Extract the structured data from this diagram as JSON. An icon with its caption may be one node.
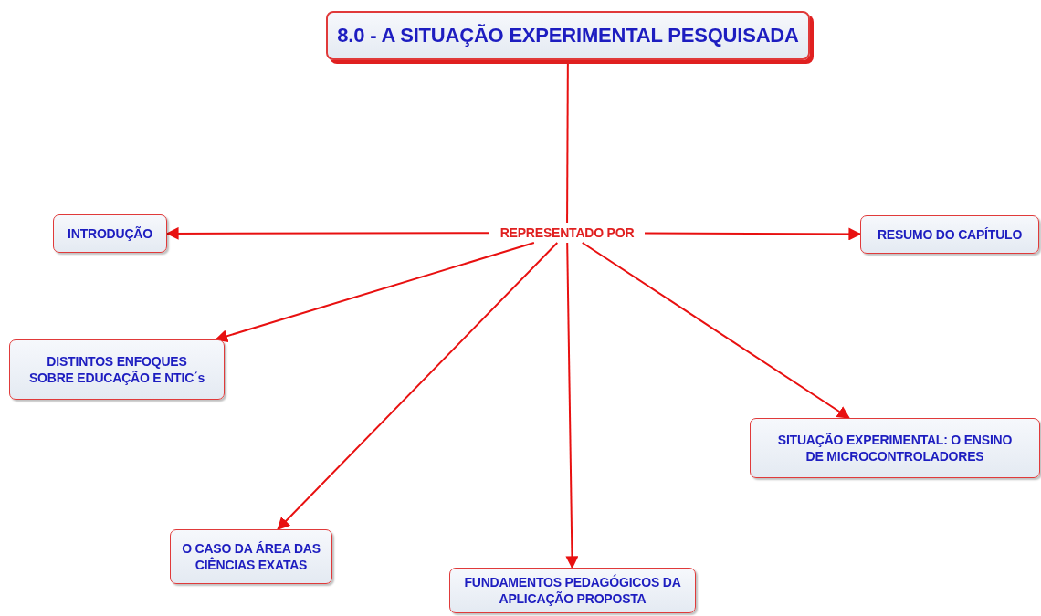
{
  "diagram": {
    "nodes": [
      {
        "text": [
          "8.0 - A SITUAÇÃO EXPERIMENTAL PESQUISADA"
        ]
      },
      {
        "text": [
          "REPRESENTADO POR"
        ]
      },
      {
        "text": [
          "INTRODUÇÃO"
        ]
      },
      {
        "text": [
          "RESUMO DO CAPÍTULO"
        ]
      },
      {
        "text": [
          "DISTINTOS ENFOQUES SOBRE EDUCAÇÃO E NTIC´s"
        ]
      },
      {
        "text": [
          "SITUAÇÃO EXPERIMENTAL: O ENSINO DE MICROCONTROLADORES"
        ]
      },
      {
        "text": [
          "O CASO DA ÁREA DAS CIÊNCIAS EXATAS"
        ]
      },
      {
        "text": [
          "FUNDAMENTOS PEDAGÓGICOS DA APLICAÇÃO PROPOSTA"
        ]
      }
    ],
    "edges": [
      {
        "from": 0,
        "to": 1,
        "arrow": "none"
      },
      {
        "from": 1,
        "to": 2,
        "arrow": "to"
      },
      {
        "from": 1,
        "to": 3,
        "arrow": "to"
      },
      {
        "from": 1,
        "to": 4,
        "arrow": "to"
      },
      {
        "from": 1,
        "to": 5,
        "arrow": "to"
      },
      {
        "from": 1,
        "to": 6,
        "arrow": "to"
      },
      {
        "from": 1,
        "to": 7,
        "arrow": "to"
      }
    ]
  }
}
